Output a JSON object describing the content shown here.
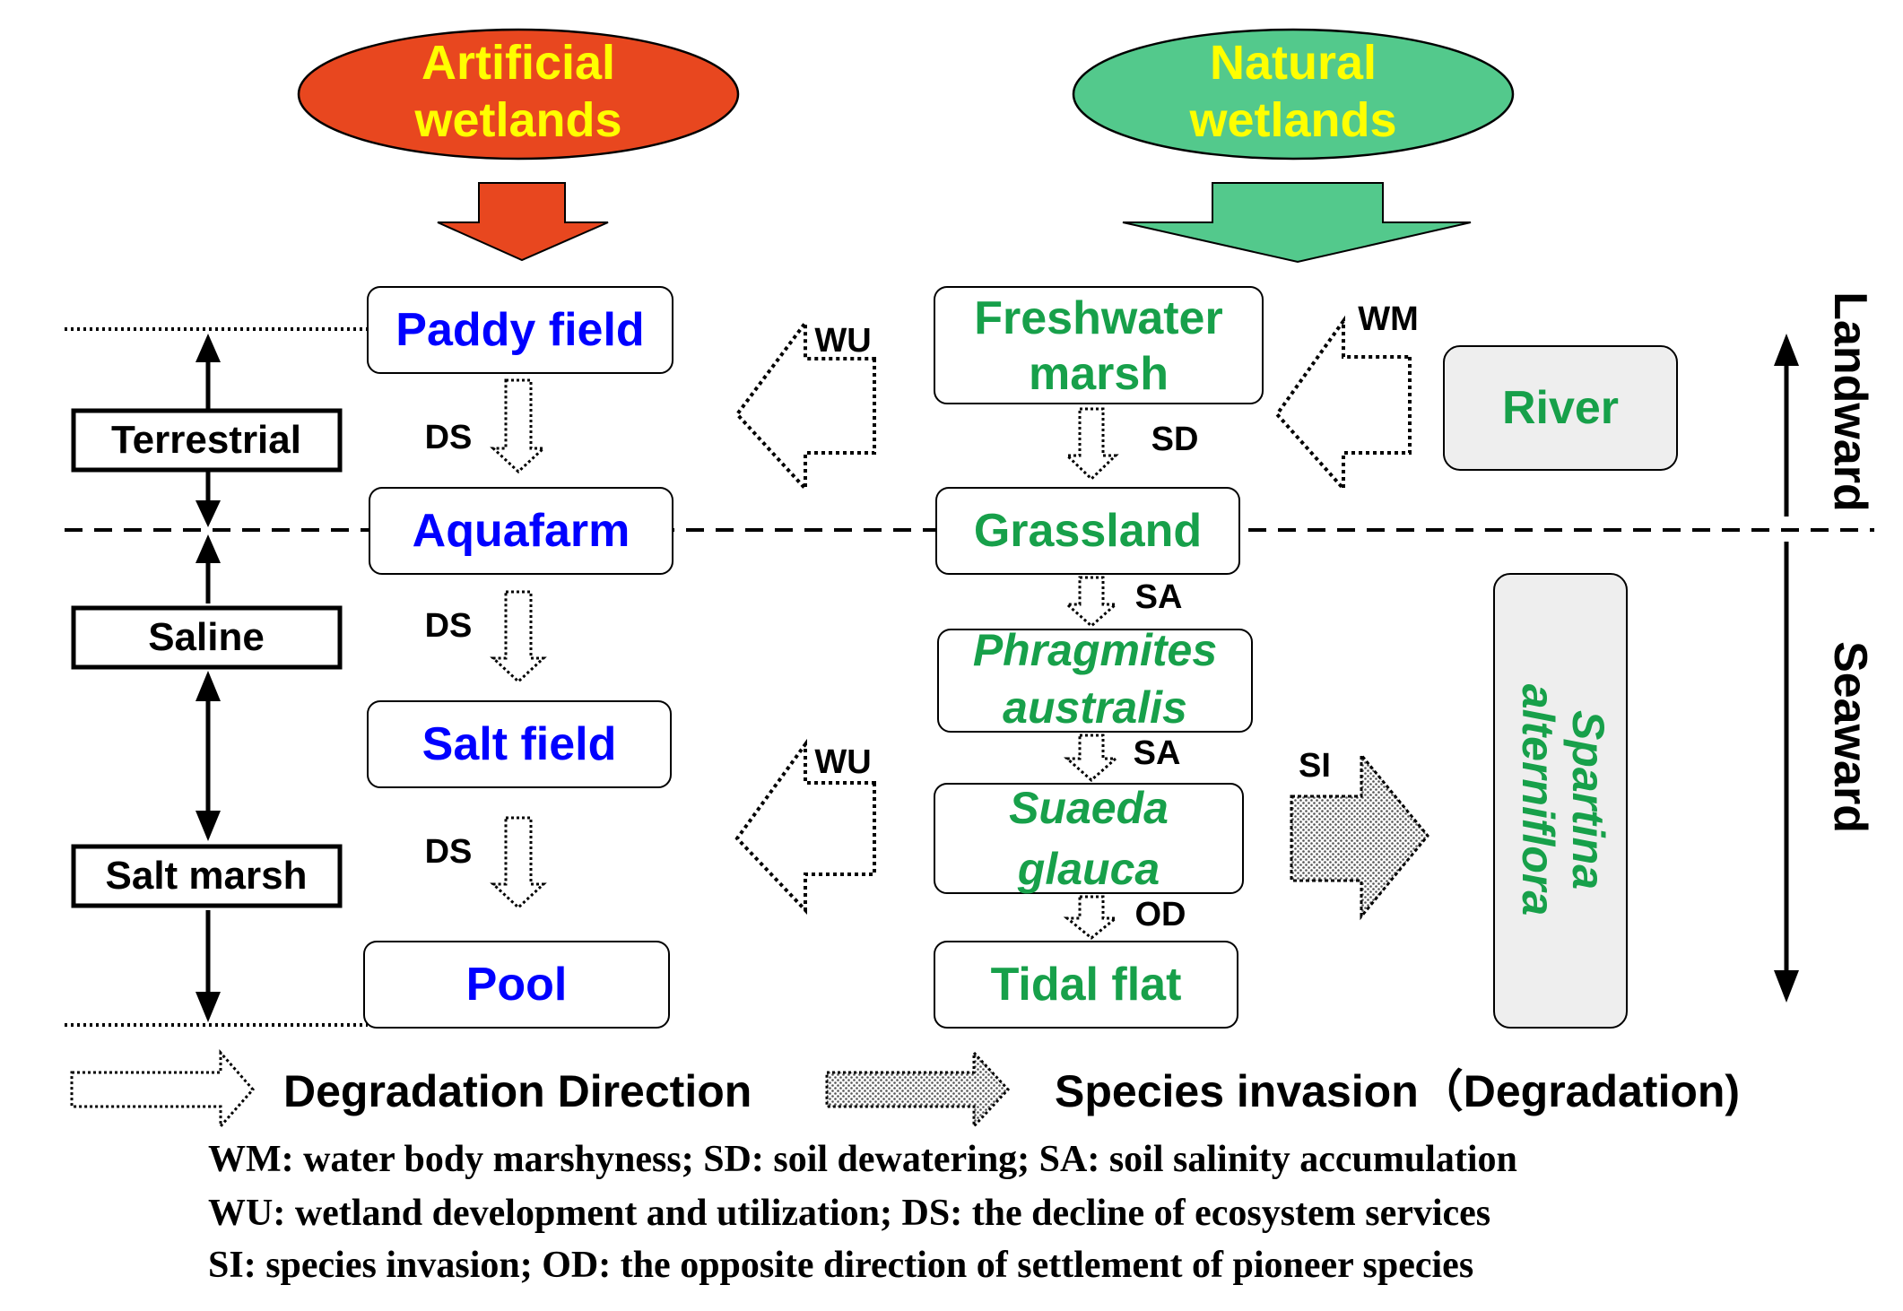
{
  "colors": {
    "artificial_fill": "#E8471F",
    "artificial_text": "#FFFF00",
    "natural_fill": "#53C98C",
    "natural_text": "#FFFF00",
    "artificial_box_text": "#0000FF",
    "natural_box_text": "#17A04A",
    "grey_box_fill": "#EEEEEE"
  },
  "headers": {
    "artificial": {
      "line1": "Artificial",
      "line2": "wetlands"
    },
    "natural": {
      "line1": "Natural",
      "line2": "wetlands"
    }
  },
  "artificial_column": [
    {
      "label": "Paddy field"
    },
    {
      "label": "Aquafarm"
    },
    {
      "label": "Salt field"
    },
    {
      "label": "Pool"
    }
  ],
  "natural_column": {
    "freshwater_marsh": {
      "line1": "Freshwater",
      "line2": "marsh"
    },
    "grassland": "Grassland",
    "phragmites": {
      "line1": "Phragmites",
      "line2": "australis"
    },
    "suaeda": {
      "line1": "Suaeda",
      "line2": "glauca"
    },
    "tidal_flat": "Tidal flat"
  },
  "side_boxes": {
    "river": "River",
    "spartina": {
      "line1": "Spartina",
      "line2": "alterniflora"
    }
  },
  "zones": {
    "terrestrial": "Terrestrial",
    "saline": "Saline",
    "salt_marsh": "Salt marsh"
  },
  "direction_labels": {
    "landward": "Landward",
    "seaward": "Seaward"
  },
  "arrow_labels": {
    "ds1": "DS",
    "ds2": "DS",
    "ds3": "DS",
    "sd": "SD",
    "sa1": "SA",
    "sa2": "SA",
    "od": "OD",
    "wu1": "WU",
    "wu2": "WU",
    "wm": "WM",
    "si": "SI"
  },
  "legend": {
    "degradation": "Degradation Direction",
    "invasion": "Species invasion（Degradation)"
  },
  "footnotes": {
    "line1": "WM: water body marshyness; SD: soil dewatering; SA: soil salinity accumulation",
    "line2": "WU: wetland development and utilization; DS: the decline of ecosystem services",
    "line3": "SI: species invasion; OD: the opposite direction of settlement of pioneer species"
  }
}
